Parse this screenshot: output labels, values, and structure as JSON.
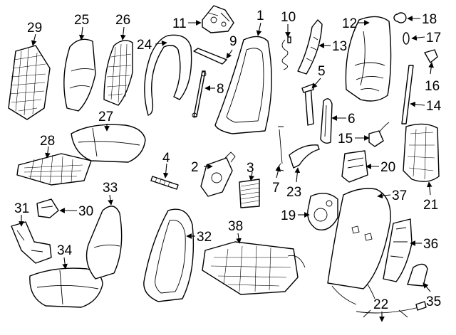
{
  "callouts": [
    "1",
    "2",
    "3",
    "4",
    "5",
    "6",
    "7",
    "8",
    "9",
    "10",
    "11",
    "12",
    "13",
    "14",
    "15",
    "16",
    "17",
    "18",
    "19",
    "20",
    "21",
    "22",
    "23",
    "24",
    "25",
    "26",
    "27",
    "28",
    "29",
    "30",
    "31",
    "32",
    "33",
    "34",
    "35",
    "36",
    "37",
    "38"
  ],
  "colors": {
    "line": "#000000",
    "background": "#ffffff",
    "fill": "#ffffff"
  }
}
